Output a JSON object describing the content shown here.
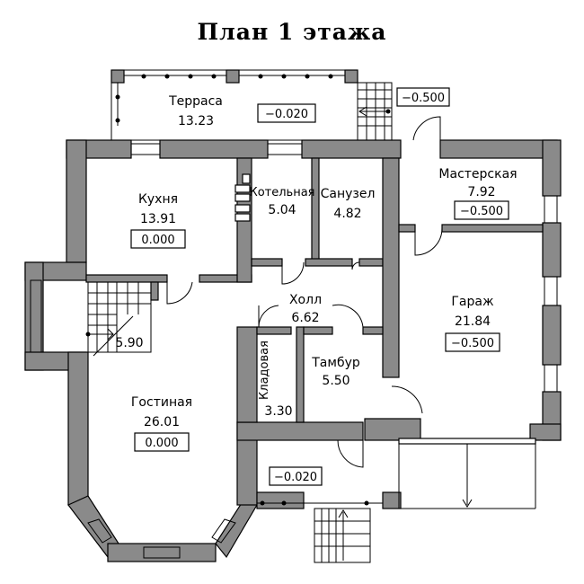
{
  "title": "План 1 этажа",
  "rooms": [
    {
      "id": "terrace",
      "name": "Терраса",
      "area": "13.23",
      "level": "−0.020"
    },
    {
      "id": "kitchen",
      "name": "Кухня",
      "area": "13.91",
      "level": "0.000"
    },
    {
      "id": "boiler",
      "name": "Котельная",
      "area": "5.04"
    },
    {
      "id": "bathroom",
      "name": "Санузел",
      "area": "4.82"
    },
    {
      "id": "workshop",
      "name": "Мастерская",
      "area": "7.92",
      "level": "−0.500"
    },
    {
      "id": "hall",
      "name": "Холл",
      "area": "6.62"
    },
    {
      "id": "garage",
      "name": "Гараж",
      "area": "21.84",
      "level": "−0.500"
    },
    {
      "id": "vestibule",
      "name": "Тамбур",
      "area": "5.50"
    },
    {
      "id": "pantry",
      "name": "Кладовая",
      "area": "3.30"
    },
    {
      "id": "living",
      "name": "Гостиная",
      "area": "26.01",
      "level": "0.000"
    }
  ],
  "stair_area": "5.90",
  "porch_level": "−0.020",
  "terrace_stair_level": "−0.500"
}
